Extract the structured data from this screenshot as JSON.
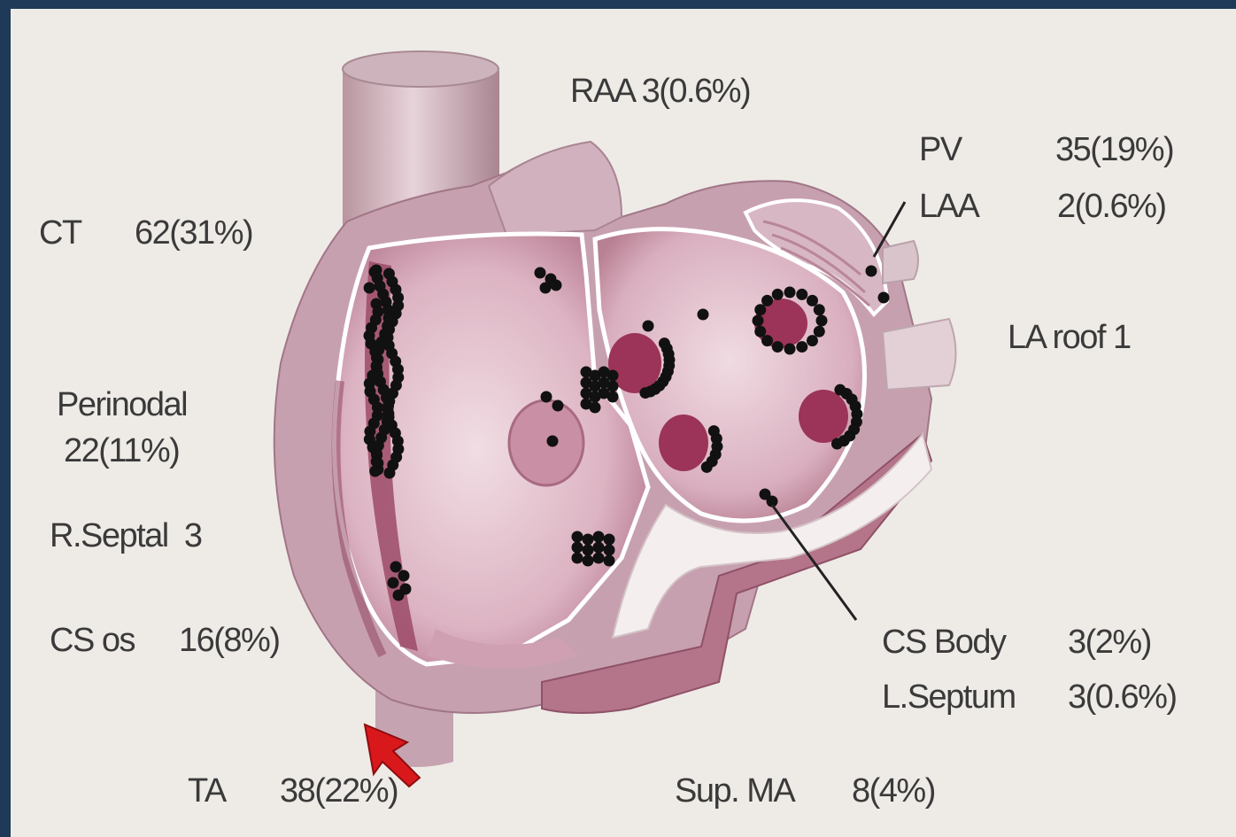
{
  "labels": {
    "raa": "RAA 3(0.6%)",
    "pv_name": "PV",
    "pv_value": "35(19%)",
    "laa_name": "LAA",
    "laa_value": "2(0.6%)",
    "ct_name": "CT",
    "ct_value": "62(31%)",
    "la_roof": "LA roof 1",
    "perinodal_name": "Perinodal",
    "perinodal_value": "22(11%)",
    "r_septal": "R.Septal  3",
    "cs_os_name": "CS os",
    "cs_os_value": "16(8%)",
    "cs_body_name": "CS Body",
    "cs_body_value": "3(2%)",
    "l_septum_name": "L.Septum",
    "l_septum_value": "3(0.6%)",
    "ta_name": "TA",
    "ta_value": "38(22%)",
    "sup_ma_name": "Sup. MA",
    "sup_ma_value": "8(4%)"
  },
  "colors": {
    "slide_background": "#eeebe7",
    "frame": "#1f3a58",
    "heart_wall": "#c9a3b2",
    "heart_inner": "#e4c8d2",
    "chamber_wall_dark": "#9d4e6a",
    "focus_marker": "#111111",
    "pointer": "#d9181c"
  },
  "pointer_icon": "red-arrow-cursor"
}
